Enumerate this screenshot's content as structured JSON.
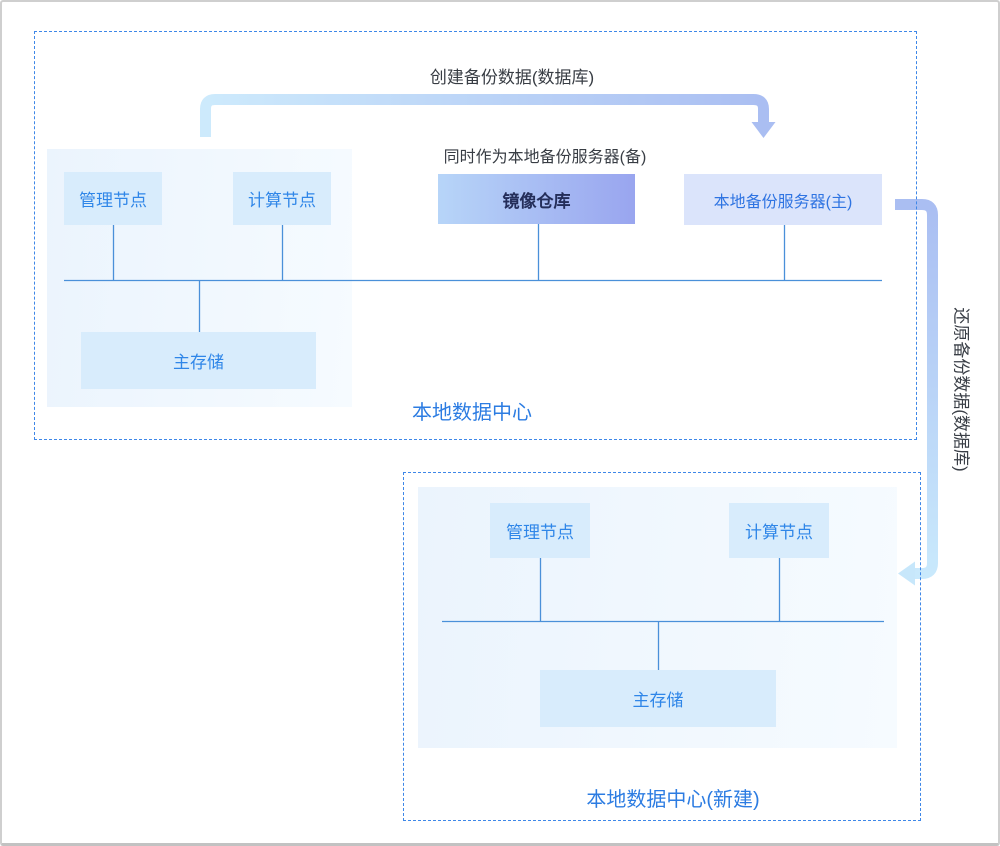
{
  "annotations": {
    "create_backup": "创建备份数据(数据库)",
    "mirror_note": "同时作为本地备份服务器(备)",
    "restore_backup": "还原备份数据(数据库)"
  },
  "top_dc": {
    "label": "本地数据中心",
    "nodes": {
      "management": "管理节点",
      "compute": "计算节点",
      "mirror_repo": "镜像仓库",
      "backup_server": "本地备份服务器(主)",
      "storage": "主存储"
    }
  },
  "bottom_dc": {
    "label": "本地数据中心(新建)",
    "nodes": {
      "management": "管理节点",
      "compute": "计算节点",
      "storage": "主存储"
    }
  },
  "colors": {
    "dashed_border": "#3e87e8",
    "node_fill": "#d8ecfc",
    "node_text": "#2f86e8",
    "mirror_gradient_start": "#b7d5f8",
    "mirror_gradient_end": "#99a5ef",
    "mirror_text": "#242e5a",
    "backup_server_fill": "#dbe4fb",
    "wire_line": "#4a90d9",
    "arrow_create_start": "#cdeafc",
    "arrow_create_end": "#aabef2",
    "arrow_restore_start": "#aabef2",
    "arrow_restore_end": "#c9e9fc",
    "dc_label_text": "#2c7ce2",
    "annotation_text": "#383d44"
  }
}
